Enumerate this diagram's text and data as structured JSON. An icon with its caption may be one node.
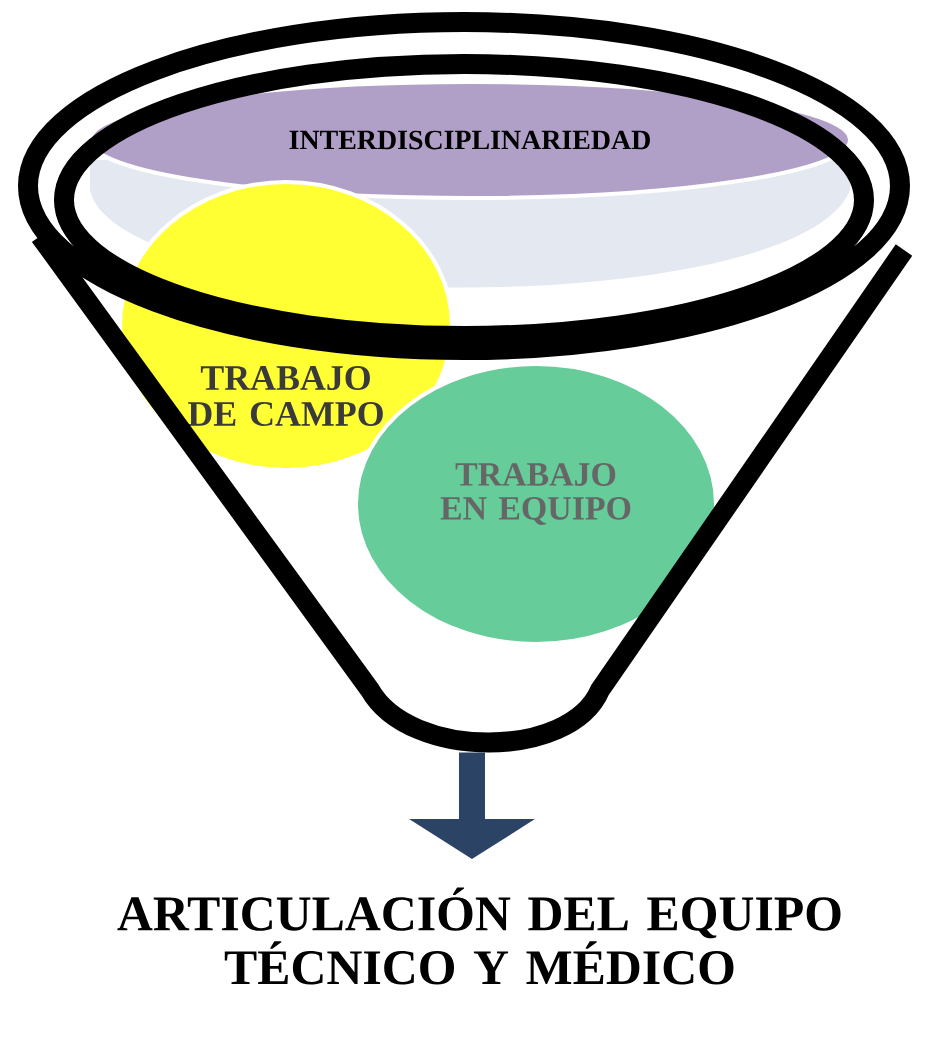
{
  "diagram": {
    "nodes": [
      {
        "text": [],
        "shape": "funnel"
      },
      {
        "text": [
          "INTERDISCIPLINARIEDAD"
        ],
        "in": 0
      },
      {
        "text": [
          "TRABAJO DE CAMPO"
        ],
        "in": 0
      },
      {
        "text": [
          "TRABAJO EN EQUIPO"
        ],
        "in": 0
      },
      {
        "text": [
          "ARTICULACIÓN DEL EQUIPO TÉCNICO Y MÉDICO"
        ]
      }
    ],
    "edges": [
      {
        "from": 0,
        "to": 4,
        "arrow": "to"
      }
    ]
  }
}
